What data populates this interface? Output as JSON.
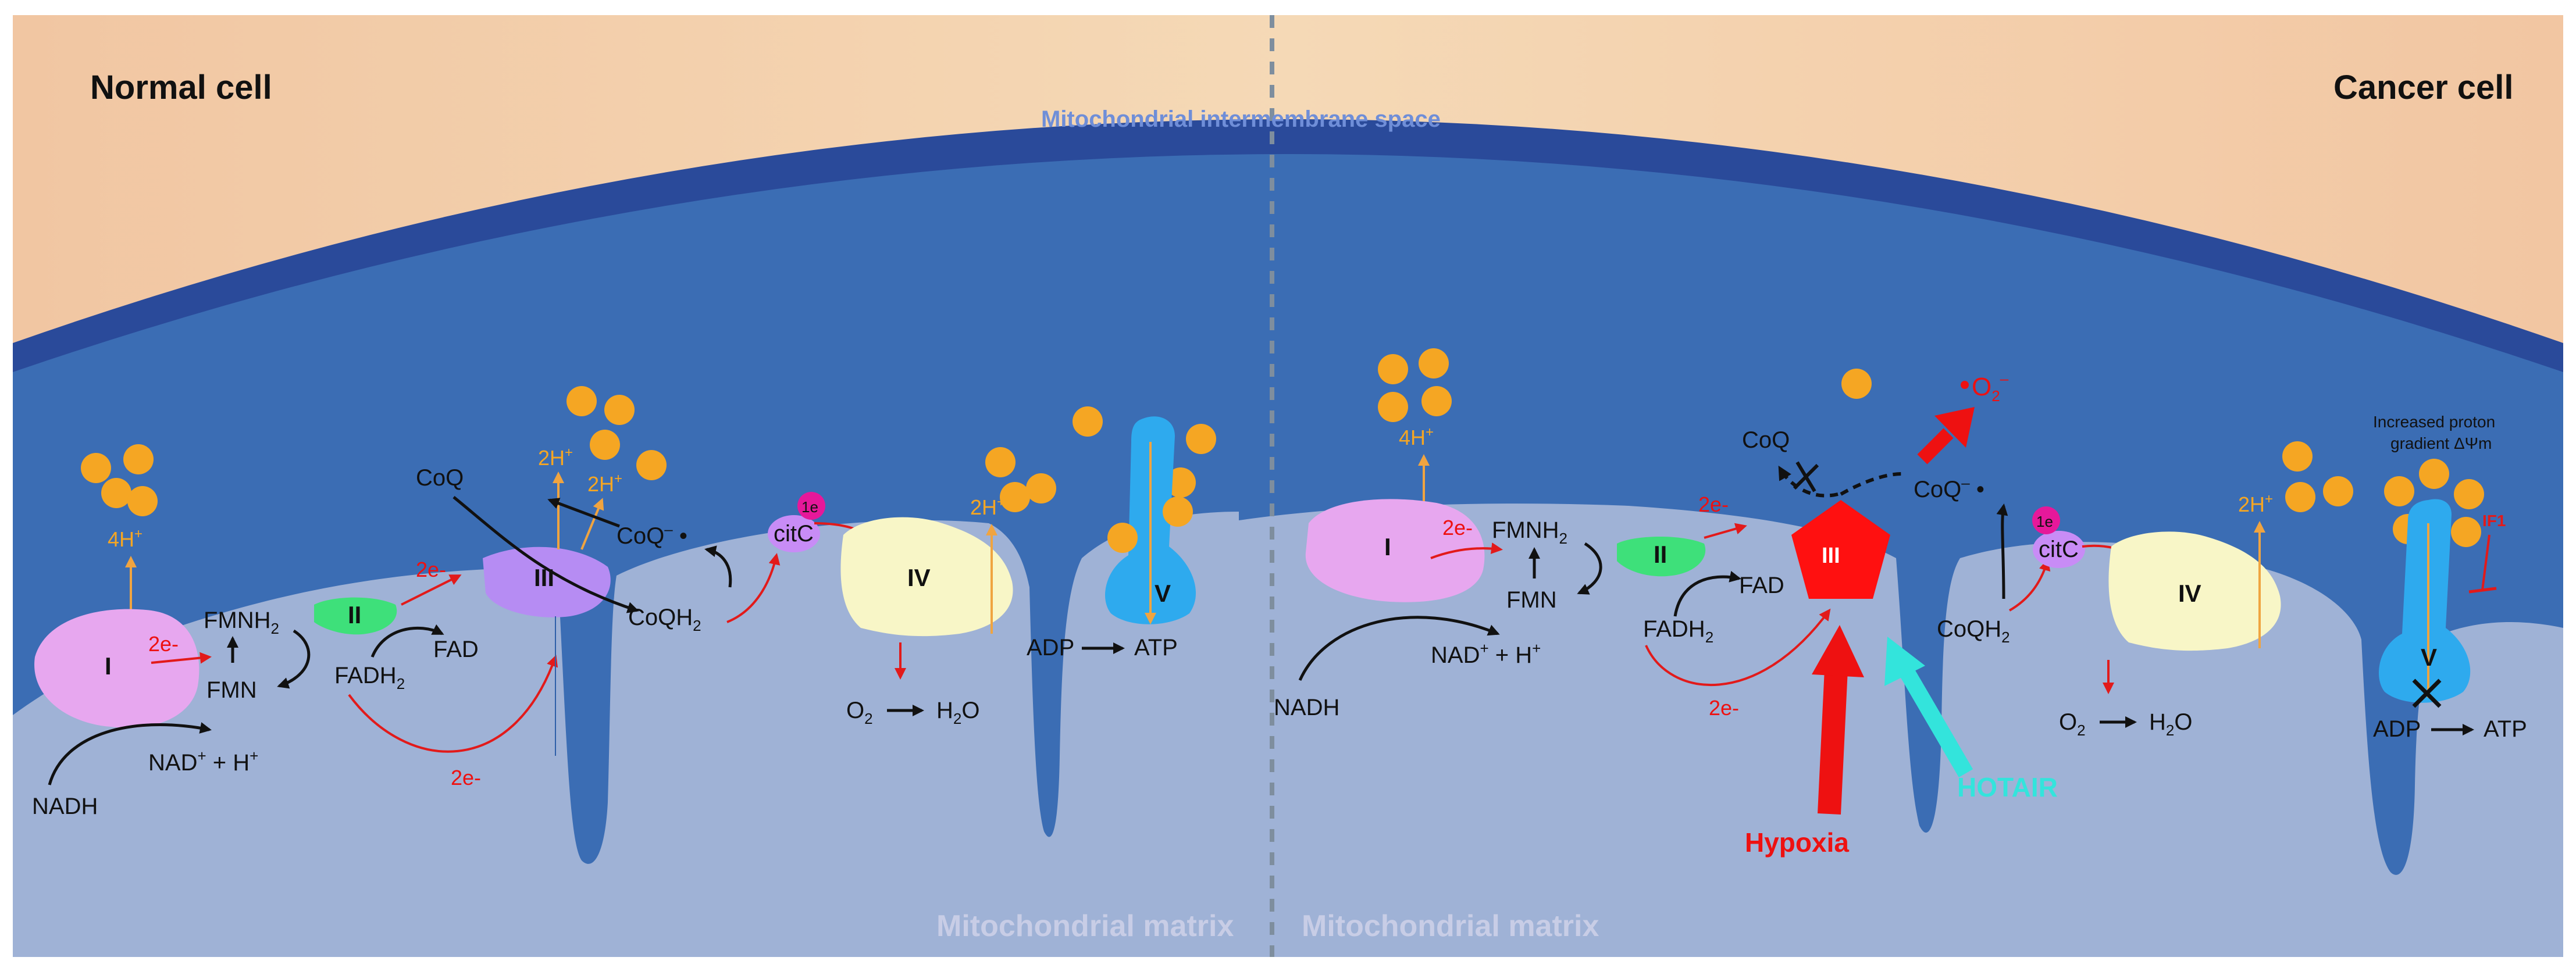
{
  "panels": {
    "left_title": "Normal cell",
    "right_title": "Cancer cell",
    "intermembrane_label": "Mitochondrial intermembrane space",
    "matrix_label_left": "Mitochondrial matrix",
    "matrix_label_right": "Mitochondrial matrix"
  },
  "normal": {
    "complex_I": "I",
    "complex_II": "II",
    "complex_III": "III",
    "complex_IV": "IV",
    "complex_V": "V",
    "proton_I": "4H",
    "proton_III_a": "2H",
    "proton_III_b": "2H",
    "proton_IV": "2H",
    "e_I": "2e-",
    "e_II": "2e-",
    "e_FADH": "2e-",
    "e_citc": "1e",
    "citc": "citC",
    "nadh": "NADH",
    "nad": "NAD",
    "nad_suffix": " + H",
    "fmnh": "FMNH",
    "fmn": "FMN",
    "fadh": "FADH",
    "fad": "FAD",
    "coq": "CoQ",
    "coq_radical": "CoQ",
    "coqh": "CoQH",
    "o2": "O",
    "h2o": "H",
    "h2o_suffix": "O",
    "adp": "ADP",
    "atp": "ATP"
  },
  "cancer": {
    "complex_I": "I",
    "complex_II": "II",
    "complex_III": "III",
    "complex_IV": "IV",
    "complex_V": "V",
    "proton_I": "4H",
    "proton_IV": "2H",
    "e_I": "2e-",
    "e_II": "2e-",
    "e_FADH": "2e-",
    "e_citc": "1e",
    "citc": "citC",
    "nadh": "NADH",
    "nad": "NAD",
    "nad_suffix": " + H",
    "fmnh": "FMNH",
    "fmn": "FMN",
    "fadh": "FADH",
    "fad": "FAD",
    "coq": "CoQ",
    "coq_radical": "CoQ",
    "coqh": "CoQH",
    "superoxide": "O",
    "o2": "O",
    "h2o": "H",
    "h2o_suffix": "O",
    "adp": "ADP",
    "atp": "ATP",
    "hypoxia": "Hypoxia",
    "hotair": "HOTAIR",
    "if1": "IF1",
    "gradient_line1": "Increased proton",
    "gradient_line2": "gradient ΔΨm"
  },
  "colors": {
    "cytosol": "#f3c9a3",
    "membrane_outer": "#2a4a9a",
    "intermembrane": "#3b6db4",
    "matrix": "#9fb2d6",
    "proton": "#f5a623",
    "complex_I": "#e7a7ef",
    "complex_II": "#3ee07a",
    "complex_III_normal": "#b68cf3",
    "complex_III_cancer": "#ff1010",
    "complex_IV": "#f8f6c7",
    "complex_V": "#2eaaee",
    "citc": "#c88cf6",
    "e_badge": "#e6189a",
    "hypoxia": "#ee1111",
    "hotair": "#33e4dc"
  }
}
